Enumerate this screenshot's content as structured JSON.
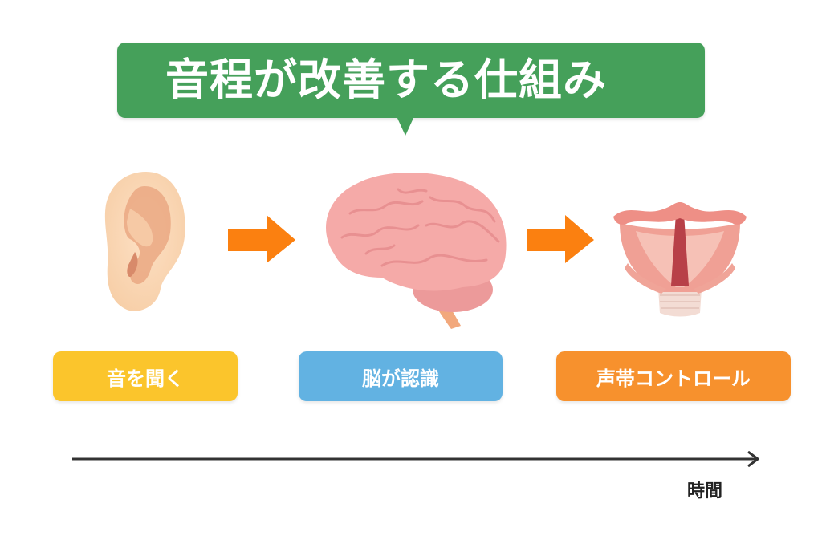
{
  "title": "音程が改善する仕組み",
  "colors": {
    "title_bg": "#45a05a",
    "arrow": "#fb8010",
    "step1": "#fbc52c",
    "step2": "#62b2e2",
    "step3": "#f7912d",
    "timeline": "#333333"
  },
  "steps": [
    {
      "icon": "ear-icon",
      "label": "音を聞く"
    },
    {
      "icon": "brain-icon",
      "label": "脳が認識"
    },
    {
      "icon": "vocal-cords-icon",
      "label": "声帯コントロール"
    }
  ],
  "timeline": {
    "label": "時間"
  }
}
